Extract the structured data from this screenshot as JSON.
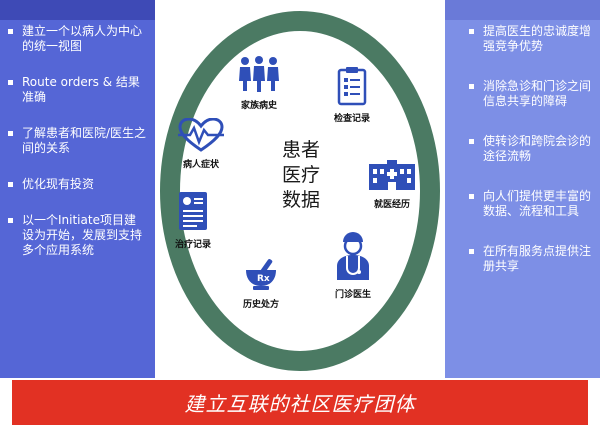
{
  "left_panel": {
    "bullets": [
      "建立一个以病人为中心的统一视图",
      "Route orders & 结果准确",
      "了解患者和医院/医生之间的关系",
      "优化现有投资",
      "以一个Initiate项目建设为开始，发展到支持多个应用系统"
    ]
  },
  "right_panel": {
    "bullets": [
      "提高医生的忠诚度增强竞争优势",
      "消除急诊和门诊之间信息共享的障碍",
      "使转诊和跨院会诊的途径流畅",
      "向人们提供更丰富的数据、流程和工具",
      "在所有服务点提供注册共享"
    ]
  },
  "center": {
    "title": "患者医疗数据",
    "nodes": {
      "family_history": "家族病史",
      "exam_records": "检查记录",
      "symptoms": "病人症状",
      "visit_history": "就医经历",
      "treatment_records": "治疗记录",
      "prescriptions": "历史处方",
      "outpatient_doctor": "门诊医生"
    }
  },
  "banner": {
    "text": "建立互联的社区医疗团体"
  },
  "colors": {
    "left_panel": "#5566d6",
    "right_panel": "#7d8fe6",
    "ring": "#4b7a63",
    "icon": "#2f4fb8",
    "banner": "#e23123"
  }
}
